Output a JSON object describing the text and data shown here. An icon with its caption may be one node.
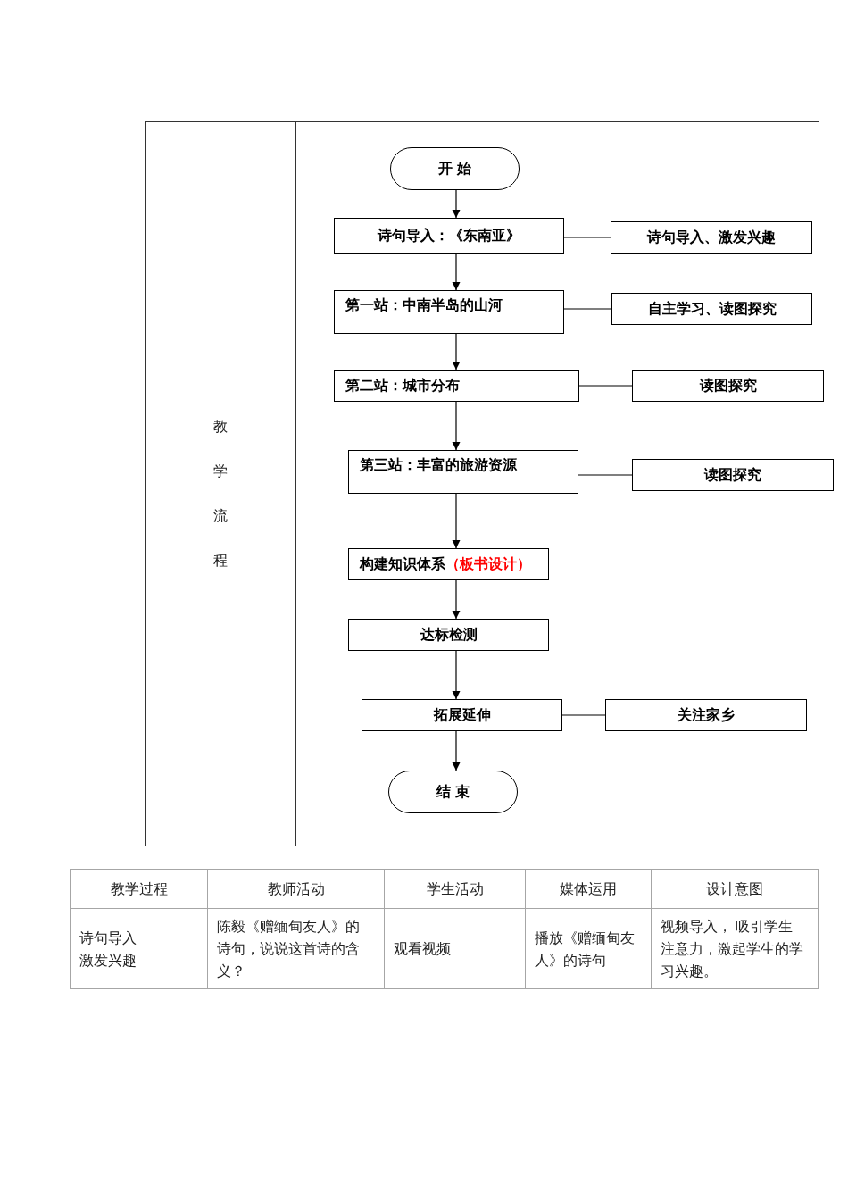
{
  "diagram": {
    "nodes": [
      {
        "text": [
          "开 始"
        ]
      },
      {
        "text": [
          "诗句导入：《东南亚》"
        ]
      },
      {
        "text": [
          "诗句导入、激发兴趣"
        ]
      },
      {
        "text": [
          "第一站：中南半岛的山河"
        ]
      },
      {
        "text": [
          "自主学习、读图探究"
        ]
      },
      {
        "text": [
          "第二站：城市分布"
        ]
      },
      {
        "text": [
          "读图探究"
        ]
      },
      {
        "text": [
          "第三站：丰富的旅游资源"
        ]
      },
      {
        "text": [
          "读图探究"
        ]
      },
      {
        "text": [
          "构建知识体系",
          "（板书设计）"
        ]
      },
      {
        "text": [
          "达标检测"
        ]
      },
      {
        "text": [
          "拓展延伸"
        ]
      },
      {
        "text": [
          "关注家乡"
        ]
      },
      {
        "text": [
          "结 束"
        ]
      }
    ],
    "edges": [
      {
        "from": 0,
        "to": 1,
        "arrow": "to"
      },
      {
        "from": 1,
        "to": 2,
        "arrow": "none"
      },
      {
        "from": 1,
        "to": 3,
        "arrow": "to"
      },
      {
        "from": 3,
        "to": 4,
        "arrow": "none"
      },
      {
        "from": 3,
        "to": 5,
        "arrow": "to"
      },
      {
        "from": 5,
        "to": 6,
        "arrow": "none"
      },
      {
        "from": 5,
        "to": 7,
        "arrow": "to"
      },
      {
        "from": 7,
        "to": 8,
        "arrow": "none"
      },
      {
        "from": 7,
        "to": 9,
        "arrow": "to"
      },
      {
        "from": 9,
        "to": 10,
        "arrow": "to"
      },
      {
        "from": 10,
        "to": 11,
        "arrow": "to"
      },
      {
        "from": 11,
        "to": 12,
        "arrow": "none"
      },
      {
        "from": 11,
        "to": 13,
        "arrow": "to"
      }
    ],
    "labels": [
      "教学流程",
      "教学过程",
      "教师活动",
      "学生活动",
      "媒体运用",
      "设计意图",
      "诗句导入",
      "激发兴趣",
      "陈毅《赠缅甸友人》的诗句，说说这首诗的含义？",
      "观看视频",
      "播放《赠缅甸友人》的诗句",
      "视频导入， 吸引学生注意力，激起学生的学习兴趣。"
    ]
  }
}
